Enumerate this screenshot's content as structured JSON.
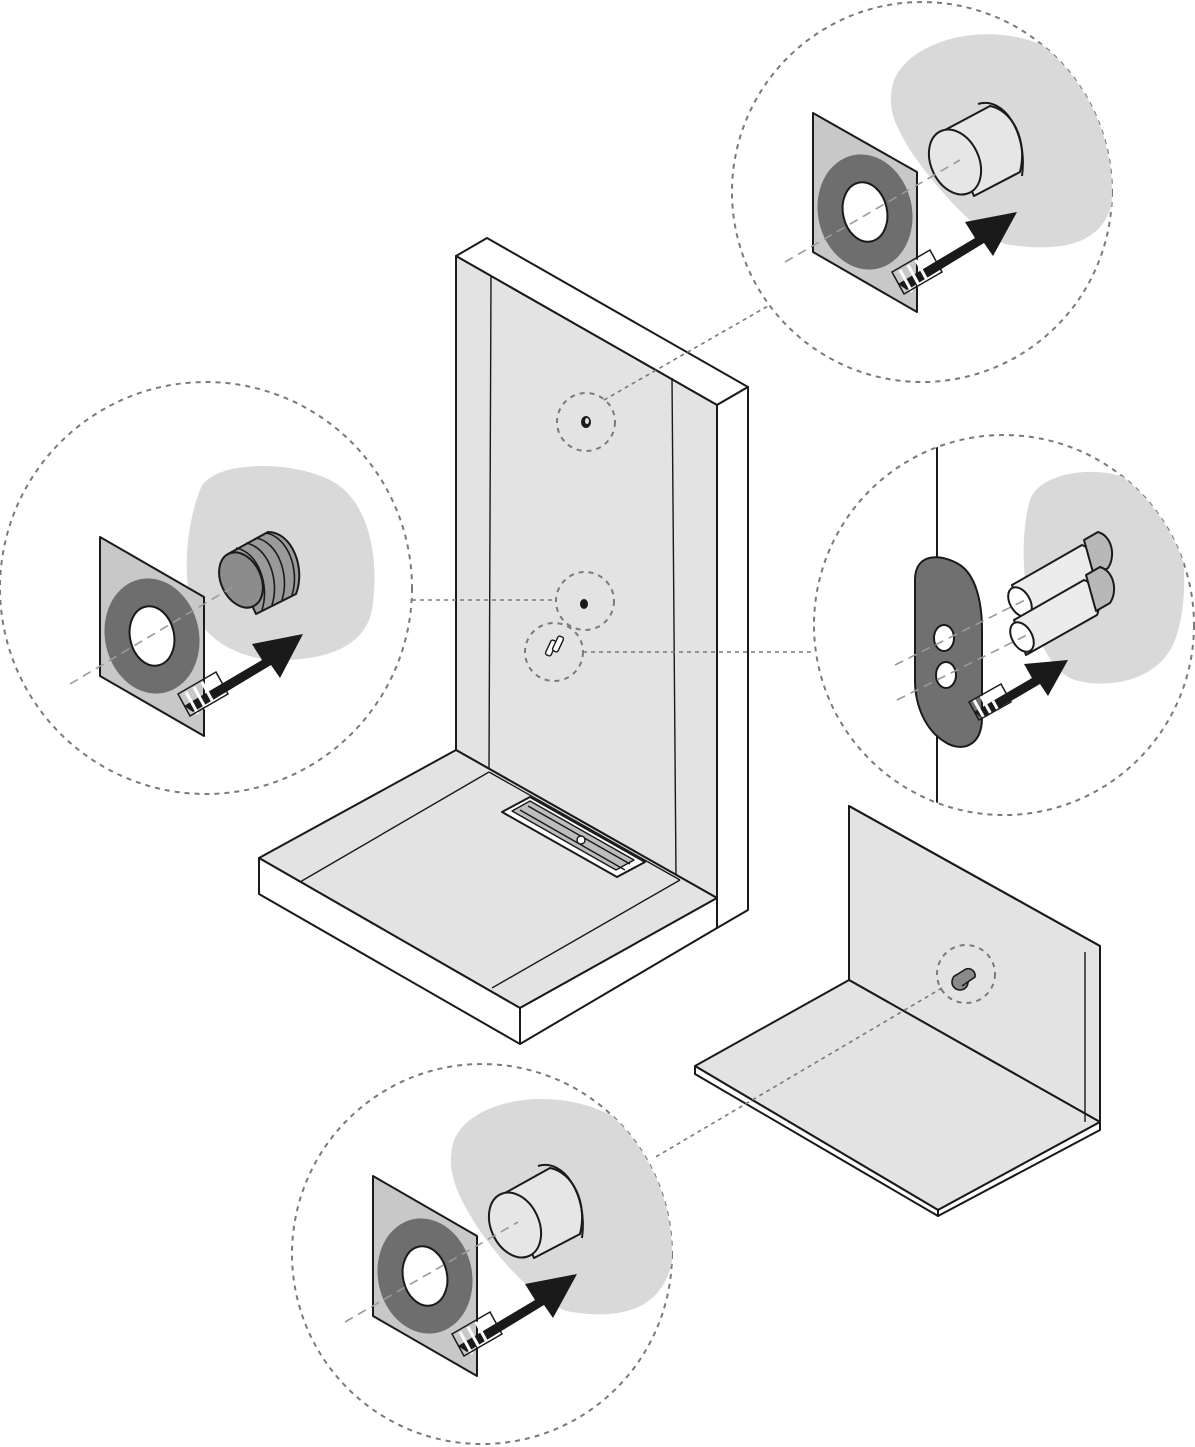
{
  "colors": {
    "outline": "#1a1a1a",
    "surface": "#e3e3e3",
    "wall_patch": "#d9d9d9",
    "collar": "#c8c8c8",
    "collar_ring": "#6e6e6e",
    "plate": "#707070",
    "arrow": "#1a1a1a",
    "dashed_callout": "#7a7a7a"
  },
  "icons": [
    "shower-tray-wall-assembly",
    "corner-floor-wall-panel",
    "sealing-collar",
    "pipe-sleeve",
    "threaded-pipe-fitting",
    "double-pipe-escutcheon",
    "push-arrow",
    "linear-drain"
  ]
}
